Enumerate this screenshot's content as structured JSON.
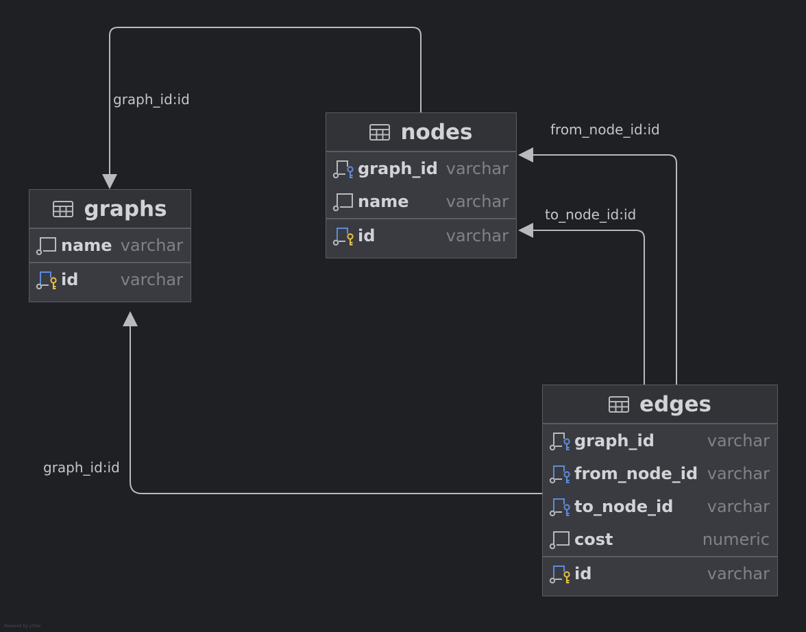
{
  "tables": {
    "graphs": {
      "name": "graphs",
      "columns": [
        {
          "name": "name",
          "type": "varchar",
          "icon": "column-icon"
        },
        {
          "name": "id",
          "type": "varchar",
          "icon": "primary-key-icon"
        }
      ]
    },
    "nodes": {
      "name": "nodes",
      "columns": [
        {
          "name": "graph_id",
          "type": "varchar",
          "icon": "foreign-key-icon"
        },
        {
          "name": "name",
          "type": "varchar",
          "icon": "column-icon"
        },
        {
          "name": "id",
          "type": "varchar",
          "icon": "primary-key-icon"
        }
      ]
    },
    "edges": {
      "name": "edges",
      "columns": [
        {
          "name": "graph_id",
          "type": "varchar",
          "icon": "foreign-key-icon"
        },
        {
          "name": "from_node_id",
          "type": "varchar",
          "icon": "foreign-key-icon"
        },
        {
          "name": "to_node_id",
          "type": "varchar",
          "icon": "foreign-key-icon"
        },
        {
          "name": "cost",
          "type": "numeric",
          "icon": "column-icon"
        },
        {
          "name": "id",
          "type": "varchar",
          "icon": "primary-key-icon"
        }
      ]
    }
  },
  "relations": [
    {
      "label": "graph_id:id",
      "from": "nodes.graph_id",
      "to": "graphs.id"
    },
    {
      "label": "from_node_id:id",
      "from": "edges.from_node_id",
      "to": "nodes.id"
    },
    {
      "label": "to_node_id:id",
      "from": "edges.to_node_id",
      "to": "nodes.id"
    },
    {
      "label": "graph_id:id",
      "from": "edges.graph_id",
      "to": "graphs.id"
    }
  ],
  "colors": {
    "background": "#1f2024",
    "table_body": "#393b40",
    "table_header": "#323336",
    "connector": "#b9babd",
    "key_blue": "#5f8bdc",
    "key_yellow": "#e8c246"
  },
  "watermark": "Powered by yFiles"
}
